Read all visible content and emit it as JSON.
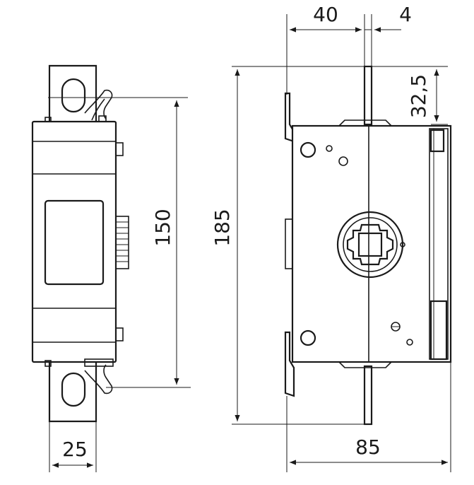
{
  "dimensions": {
    "front_width": "25",
    "front_height": "150",
    "side_total_height": "185",
    "side_top_offset": "40",
    "side_shaft_width": "4",
    "side_top_extension": "32,5",
    "side_depth": "85"
  },
  "colors": {
    "line": "#1a1a1a",
    "background": "#ffffff"
  }
}
